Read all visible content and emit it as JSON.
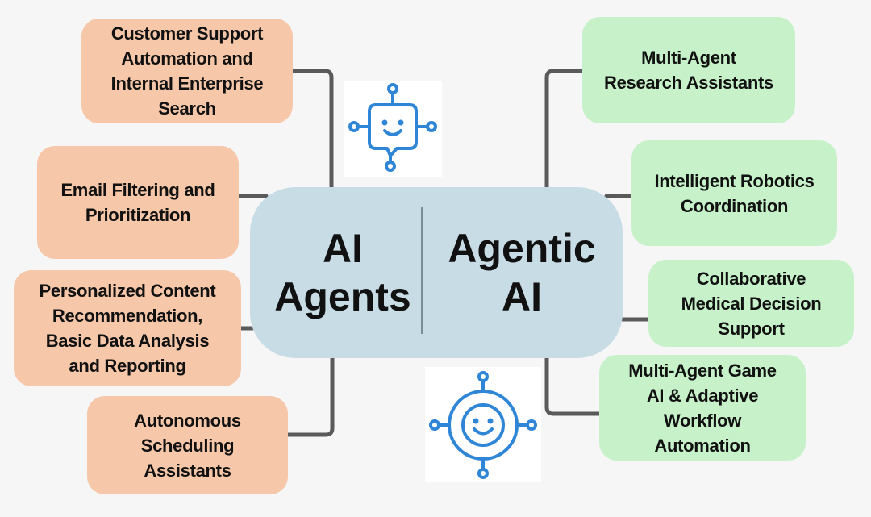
{
  "diagram": {
    "center": {
      "left_title": "AI\nAgents",
      "right_title": "Agentic\nAI"
    },
    "ai_agents_examples": [
      "Customer Support\nAutomation and\nInternal Enterprise\nSearch",
      "Email Filtering and\nPrioritization",
      "Personalized Content\nRecommendation,\nBasic Data Analysis\nand Reporting",
      "Autonomous\nScheduling\nAssistants"
    ],
    "agentic_ai_examples": [
      "Multi-Agent\nResearch Assistants",
      "Intelligent Robotics\nCoordination",
      "Collaborative\nMedical Decision\nSupport",
      "Multi-Agent Game\nAI & Adaptive\nWorkflow\nAutomation"
    ],
    "icons": [
      "chatbot-icon",
      "agent-network-icon"
    ],
    "colors": {
      "background": "#f6f6f6",
      "left_box": "#f6c7a9",
      "right_box": "#c6f1c9",
      "center": "#c8dce6",
      "connector": "#5a5a5a",
      "icon": "#2f86d6"
    }
  }
}
